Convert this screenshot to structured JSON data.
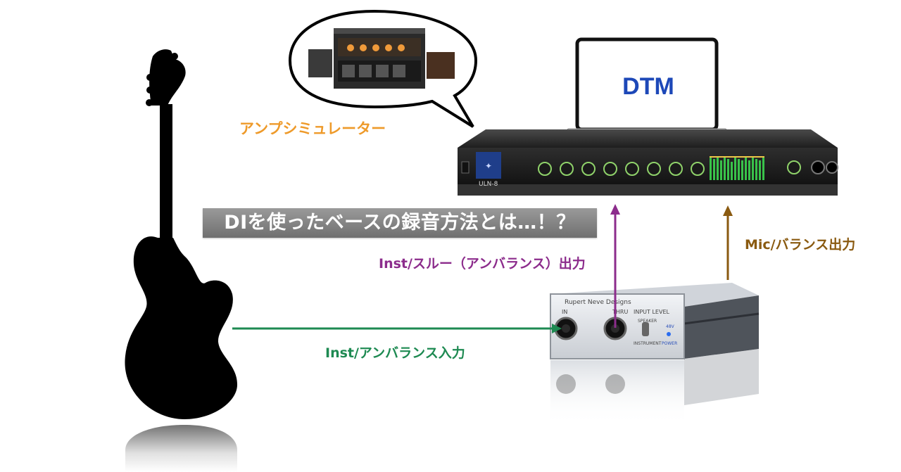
{
  "title": "DIを使ったベースの録音方法とは…！？",
  "labels": {
    "amp_simulator": "アンプシミュレーター",
    "computer": "DTM",
    "thru_output": "Inst/スルー（アンバランス）出力",
    "mic_output": "Mic/バランス出力",
    "inst_input": "Inst/アンバランス入力"
  },
  "device_labels": {
    "interface_model": "ULN-8",
    "di_brand": "Rupert Neve Designs",
    "di_in": "IN",
    "di_thru": "THRU",
    "di_input_level": "INPUT LEVEL",
    "di_speaker": "SPEAKER",
    "di_instrument": "INSTRUMENT",
    "di_48v": "48V",
    "di_power": "POWER"
  },
  "colors": {
    "amp_label": "#ee9a2a",
    "thru_arrow": "#8c2c8c",
    "mic_arrow": "#8a5a10",
    "inst_arrow": "#1e8a52",
    "dtm_text": "#1d48b8",
    "banner": "#7f7f7f"
  }
}
